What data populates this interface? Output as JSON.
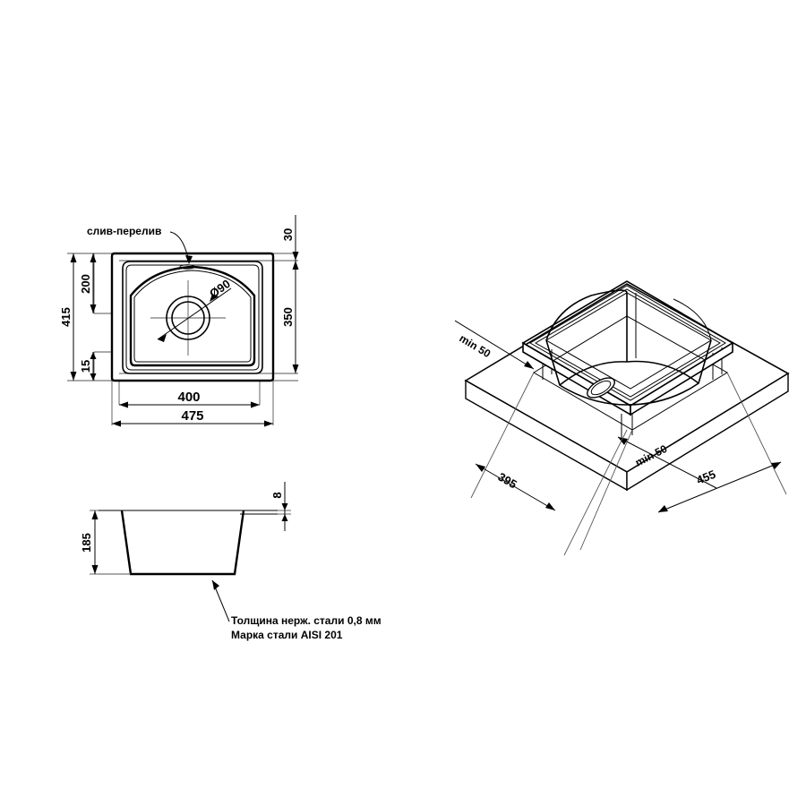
{
  "drawing": {
    "title": "Kitchen sink technical drawing",
    "units": "mm",
    "background": "#ffffff",
    "line_color": "#000000"
  },
  "views": {
    "top": {
      "name": "top-view",
      "callout": "слив-перелив",
      "drain_label": "Ø90",
      "dimensions": {
        "overall_height": "415",
        "bowl_top_offset": "30",
        "bowl_height": "350",
        "upper_inner": "200",
        "lower_inner": "15",
        "bowl_width": "400",
        "overall_width": "475"
      }
    },
    "section": {
      "name": "section-view",
      "dimensions": {
        "depth": "185",
        "rim_thickness": "8"
      },
      "notes": [
        "Толщина нерж. стали 0,8 мм",
        "Марка стали AISI 201"
      ]
    },
    "isometric": {
      "name": "isometric-view",
      "dimensions": {
        "cutout_width": "395",
        "cutout_length": "455",
        "min_edge_left": "min 50",
        "min_edge_front": "min 50"
      }
    }
  }
}
